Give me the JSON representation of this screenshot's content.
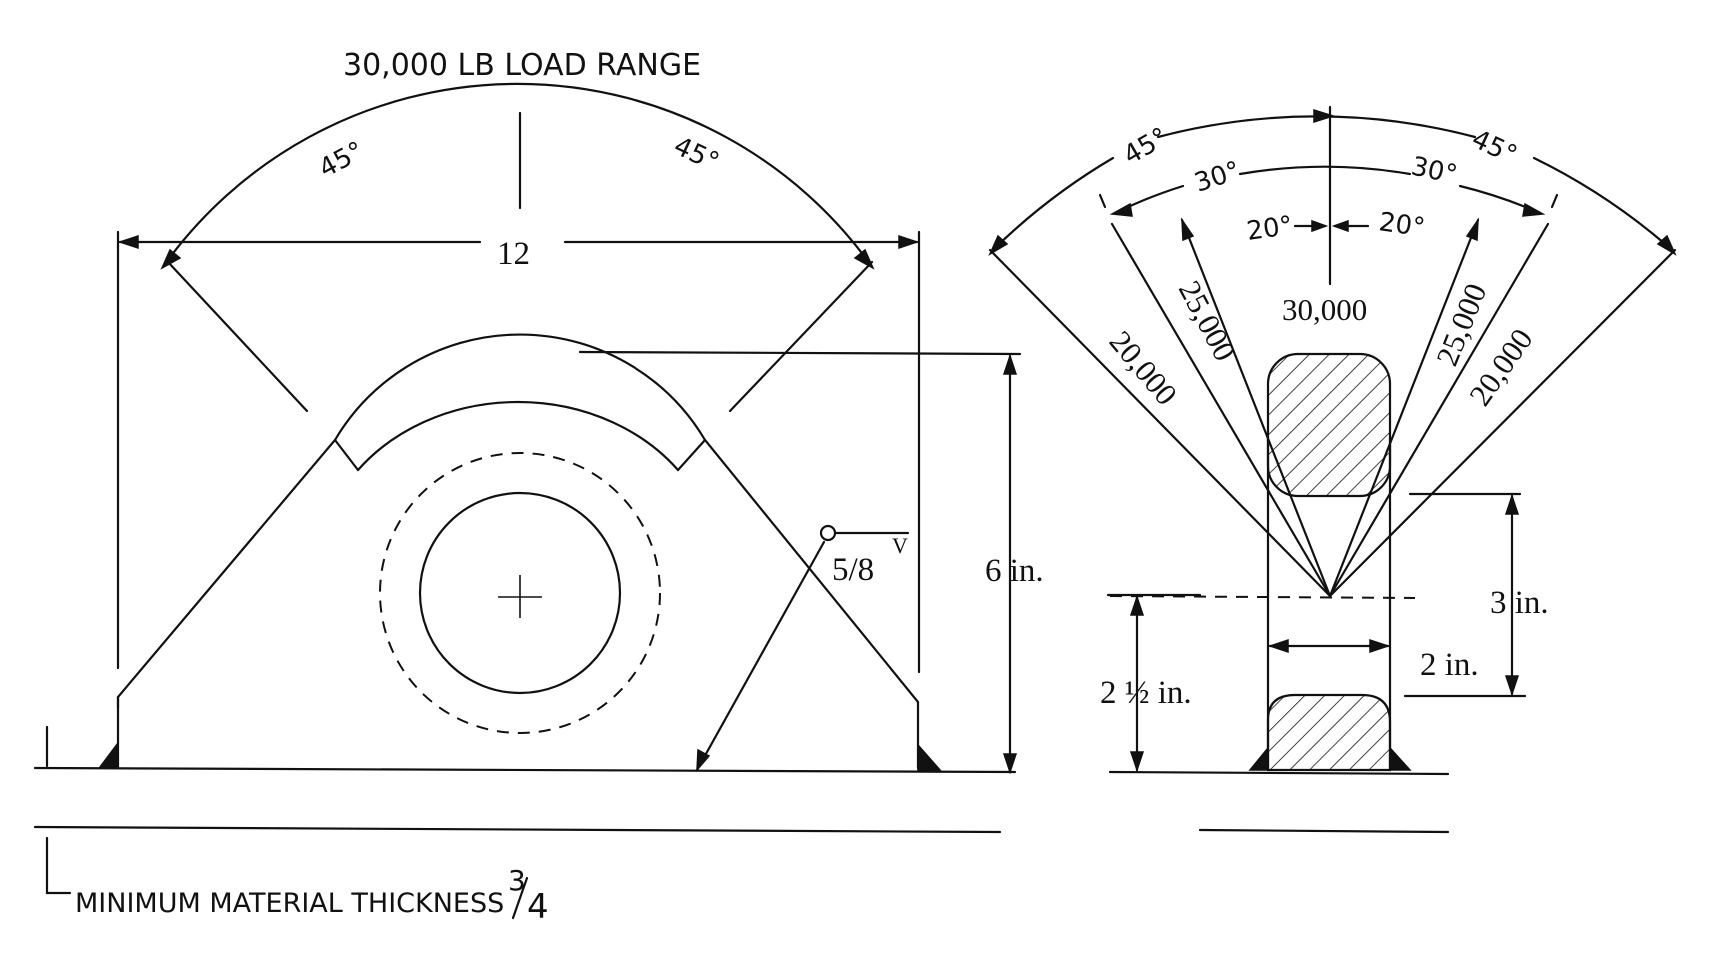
{
  "title": "30,000 LB LOAD RANGE",
  "left_view": {
    "angle_left": "45°",
    "angle_right": "45°",
    "width_dim": "12",
    "weld_size": "5/8",
    "weld_symbol": "V",
    "height_dim": "6 in."
  },
  "right_view": {
    "angles": {
      "outer_left": "45°",
      "outer_right": "45°",
      "mid_left": "30°",
      "mid_right": "30°",
      "inner_left": "20°",
      "inner_right": "20°"
    },
    "loads": {
      "center": "30,000",
      "left_25": "25,000",
      "right_25": "25,000",
      "left_20": "20,000",
      "right_20": "20,000"
    },
    "dims": {
      "three_in": "3 in.",
      "two_in": "2 in.",
      "two_half_in": "2 ½  in."
    }
  },
  "note": {
    "text": "MINIMUM MATERIAL THICKNESS",
    "fraction_num": "3",
    "fraction_den": "4"
  }
}
